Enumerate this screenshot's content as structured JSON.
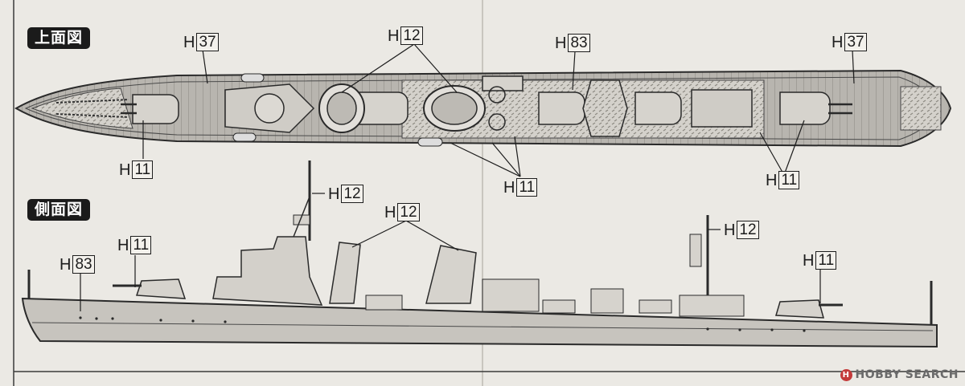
{
  "sections": {
    "top_view": "上面図",
    "side_view": "側面図"
  },
  "callouts": [
    {
      "prefix": "H",
      "num": "37"
    },
    {
      "prefix": "H",
      "num": "12"
    },
    {
      "prefix": "H",
      "num": "83"
    },
    {
      "prefix": "H",
      "num": "37"
    },
    {
      "prefix": "H",
      "num": "11"
    },
    {
      "prefix": "H",
      "num": "11"
    },
    {
      "prefix": "H",
      "num": "11"
    },
    {
      "prefix": "H",
      "num": "12"
    },
    {
      "prefix": "H",
      "num": "12"
    },
    {
      "prefix": "H",
      "num": "11"
    },
    {
      "prefix": "H",
      "num": "83"
    },
    {
      "prefix": "H",
      "num": "12"
    },
    {
      "prefix": "H",
      "num": "11"
    }
  ],
  "watermark": {
    "logo": "H",
    "text": "HOBBY SEARCH"
  },
  "colors": {
    "paper": "#ebe9e4",
    "deck": "#bdbab4",
    "ink": "#1d1d1d",
    "label_bg": "#1b1b1b"
  }
}
